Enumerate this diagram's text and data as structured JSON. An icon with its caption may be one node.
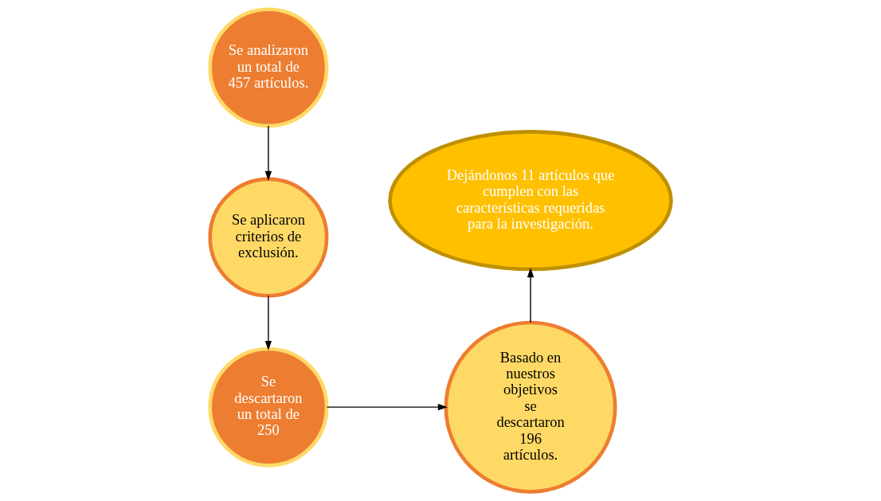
{
  "diagram": {
    "nodes": [
      {
        "text": [
          "Se analizaron un total de 457 artículos."
        ]
      },
      {
        "text": [
          "Se aplicaron criterios de exclusión."
        ]
      },
      {
        "text": [
          "Se descartaron un total de 250"
        ]
      },
      {
        "text": [
          "Basado en nuestros objetivos se descartaron 196 artículos."
        ]
      },
      {
        "text": [
          "Dejándonos 11 artículos que cumplen con las características requeridas para la investigación."
        ]
      }
    ],
    "edges": [
      {
        "from": 0,
        "to": 1,
        "arrow": "to"
      },
      {
        "from": 1,
        "to": 2,
        "arrow": "to"
      },
      {
        "from": 2,
        "to": 3,
        "arrow": "to"
      },
      {
        "from": 3,
        "to": 4,
        "arrow": "to"
      }
    ]
  }
}
